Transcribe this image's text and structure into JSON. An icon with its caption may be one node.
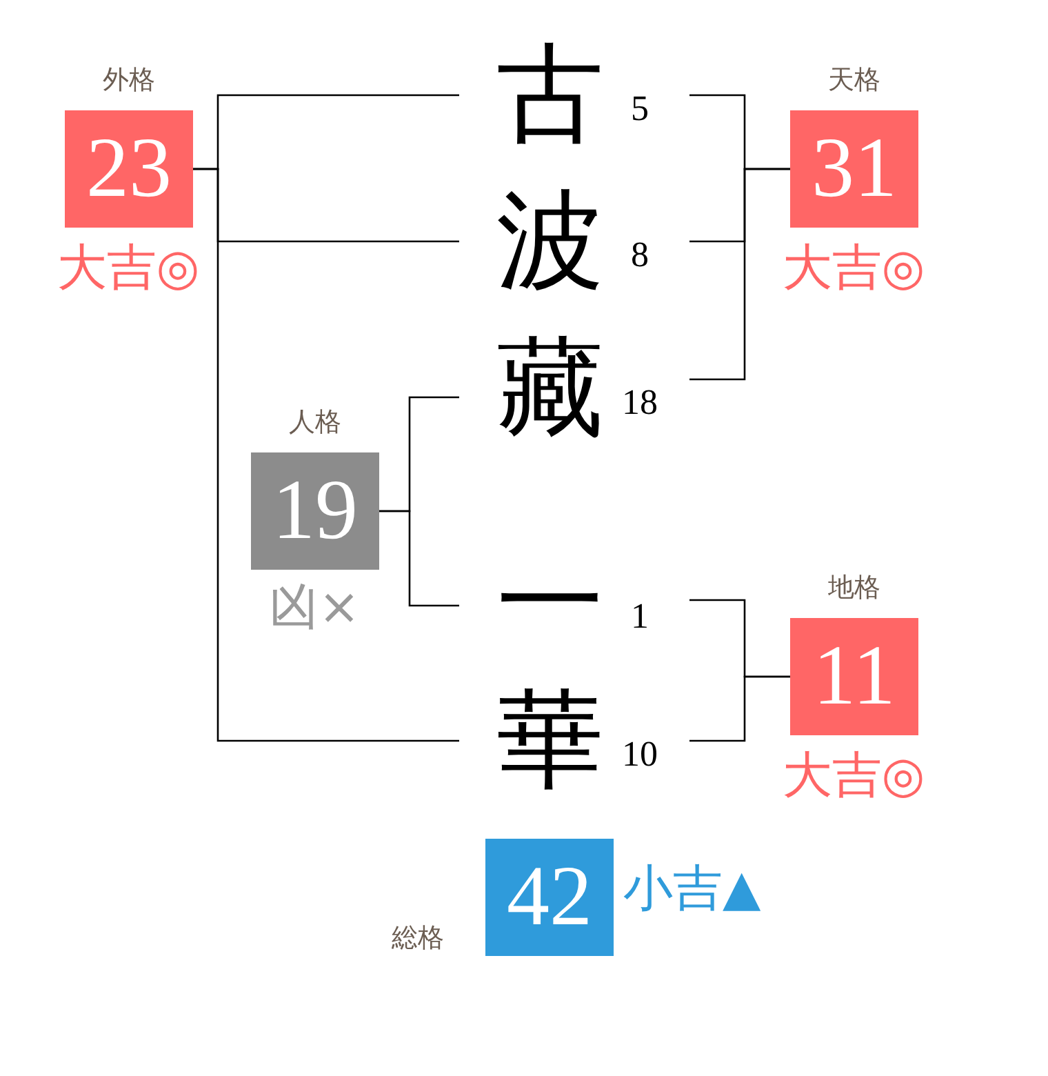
{
  "diagram": {
    "nodes": [
      {
        "text": [
          "外格",
          "23"
        ],
        "beside": [
          "大吉◎"
        ]
      },
      {
        "text": [
          "古"
        ],
        "beside": [
          "5"
        ]
      },
      {
        "text": [
          "天格",
          "31"
        ],
        "beside": [
          "大吉◎"
        ]
      },
      {
        "text": [
          "波"
        ],
        "beside": [
          "8"
        ]
      },
      {
        "text": [
          "藏"
        ],
        "beside": [
          "18"
        ]
      },
      {
        "text": [
          "人格",
          "19"
        ],
        "beside": [
          "凶×"
        ]
      },
      {
        "text": [
          "一"
        ],
        "beside": [
          "1"
        ]
      },
      {
        "text": [
          "地格",
          "11"
        ],
        "beside": [
          "大吉◎"
        ]
      },
      {
        "text": [
          "華"
        ],
        "beside": [
          "10"
        ]
      },
      {
        "text": [
          "総格",
          "42"
        ],
        "beside": [
          "小吉▲"
        ]
      }
    ],
    "edges": [
      {
        "from": 1,
        "to": 0,
        "arrow": "none"
      },
      {
        "from": 3,
        "to": 0,
        "arrow": "none"
      },
      {
        "from": 8,
        "to": 0,
        "arrow": "none"
      },
      {
        "from": 1,
        "to": 2,
        "arrow": "none"
      },
      {
        "from": 3,
        "to": 2,
        "arrow": "none"
      },
      {
        "from": 4,
        "to": 2,
        "arrow": "none"
      },
      {
        "from": 4,
        "to": 5,
        "arrow": "none"
      },
      {
        "from": 6,
        "to": 5,
        "arrow": "none"
      },
      {
        "from": 6,
        "to": 7,
        "arrow": "none"
      },
      {
        "from": 8,
        "to": 7,
        "arrow": "none"
      }
    ]
  }
}
